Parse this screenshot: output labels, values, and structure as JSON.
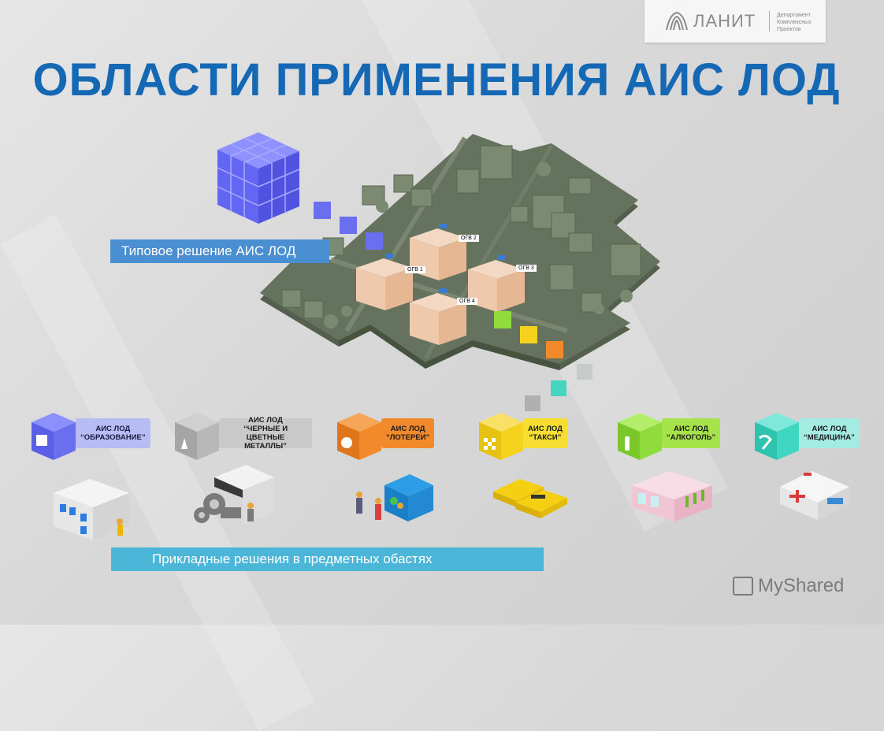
{
  "header": {
    "title": "ОБЛАСТИ ПРИМЕНЕНИЯ АИС ЛОД"
  },
  "logo": {
    "name": "ЛАНИТ",
    "department": "Департамент Комплексных Проектов"
  },
  "city": {
    "buildings": [
      {
        "label": "ОГВ 1"
      },
      {
        "label": "ОГВ 2"
      },
      {
        "label": "ОГВ 3"
      },
      {
        "label": "ОГВ 4"
      }
    ]
  },
  "typical_solution": "Типовое решение АИС ЛОД",
  "applied_solutions": "Прикладные решения в предметных обастях",
  "categories": [
    {
      "line1": "АИС ЛОД",
      "line2": "“ОБРАЗОВАНИЕ”",
      "line3": "",
      "icon": "book-icon",
      "cube_color": "#6a6ff0",
      "label_bg": "#b7bcf4",
      "label_color": "#1a1a40"
    },
    {
      "line1": "АИС ЛОД",
      "line2": "“ЧЕРНЫЕ И ЦВЕТНЫЕ",
      "line3": "МЕТАЛЛЫ”",
      "icon": "metal-icon",
      "cube_color": "#b3b3b3",
      "label_bg": "#c9c9c9",
      "label_color": "#1a1a1a"
    },
    {
      "line1": "АИС ЛОД",
      "line2": "“ЛОТЕРЕИ”",
      "line3": "",
      "icon": "lottery-ball-icon",
      "cube_color": "#f28a2c",
      "label_bg": "#f28a2c",
      "label_color": "#1a1a1a"
    },
    {
      "line1": "АИС ЛОД",
      "line2": "“ТАКСИ”",
      "line3": "",
      "icon": "taxi-checker-icon",
      "cube_color": "#f5d21e",
      "label_bg": "#f8de33",
      "label_color": "#1a1a1a"
    },
    {
      "line1": "АИС ЛОД",
      "line2": "“АЛКОГОЛЬ”",
      "line3": "",
      "icon": "bottle-icon",
      "cube_color": "#8fdc3c",
      "label_bg": "#a6e24a",
      "label_color": "#1a1a1a"
    },
    {
      "line1": "АИС ЛОД",
      "line2": "“МЕДИЦИНА”",
      "line3": "",
      "icon": "medical-snake-icon",
      "cube_color": "#3fd6c2",
      "label_bg": "#a4ece2",
      "label_color": "#1a1a1a"
    }
  ],
  "watermark": "MyShared",
  "colors": {
    "title": "#1468b4",
    "typical_bar": "#4a8fd1",
    "applied_bar": "#4bb6d8",
    "ground": "#5d6b57"
  }
}
